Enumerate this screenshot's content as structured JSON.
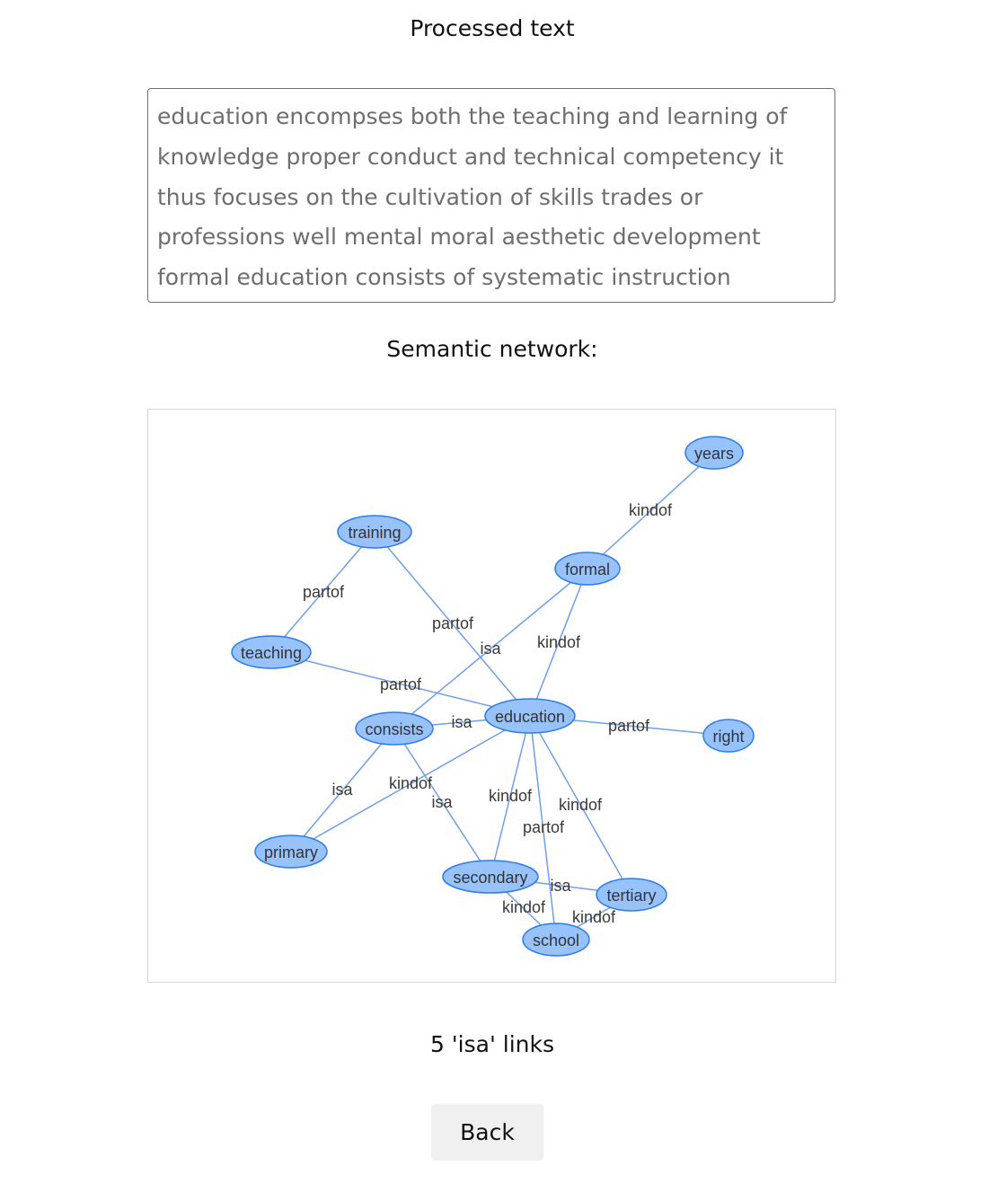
{
  "processed_heading": "Processed text",
  "processed_text": "education encompses both the teaching and learning of knowledge proper conduct and technical competency it thus focuses on the cultivation of skills trades or professions well mental moral aesthetic development formal education consists of systematic instruction teaching and training by",
  "network_heading": "Semantic network:",
  "isa_summary": "5 'isa' links",
  "back_label": "Back",
  "colors": {
    "node_fill": "#97c2fc",
    "node_border": "#2b7ce9",
    "edge": "#6f9fe6"
  },
  "network": {
    "nodes": [
      {
        "id": "years",
        "label": "years"
      },
      {
        "id": "training",
        "label": "training"
      },
      {
        "id": "formal",
        "label": "formal"
      },
      {
        "id": "teaching",
        "label": "teaching"
      },
      {
        "id": "education",
        "label": "education"
      },
      {
        "id": "consists",
        "label": "consists"
      },
      {
        "id": "right",
        "label": "right"
      },
      {
        "id": "primary",
        "label": "primary"
      },
      {
        "id": "secondary",
        "label": "secondary"
      },
      {
        "id": "tertiary",
        "label": "tertiary"
      },
      {
        "id": "school",
        "label": "school"
      }
    ],
    "edges": [
      {
        "from": "formal",
        "to": "years",
        "label": "kindof"
      },
      {
        "from": "teaching",
        "to": "training",
        "label": "partof"
      },
      {
        "from": "training",
        "to": "education",
        "label": "partof"
      },
      {
        "from": "formal",
        "to": "consists",
        "label": "isa"
      },
      {
        "from": "formal",
        "to": "education",
        "label": "kindof"
      },
      {
        "from": "teaching",
        "to": "education",
        "label": "partof"
      },
      {
        "from": "consists",
        "to": "education",
        "label": "isa"
      },
      {
        "from": "education",
        "to": "right",
        "label": "partof"
      },
      {
        "from": "consists",
        "to": "primary",
        "label": "isa"
      },
      {
        "from": "education",
        "to": "primary",
        "label": "kindof"
      },
      {
        "from": "consists",
        "to": "secondary",
        "label": "isa"
      },
      {
        "from": "education",
        "to": "secondary",
        "label": "kindof"
      },
      {
        "from": "education",
        "to": "tertiary",
        "label": "kindof"
      },
      {
        "from": "education",
        "to": "school",
        "label": "partof"
      },
      {
        "from": "secondary",
        "to": "tertiary",
        "label": "isa"
      },
      {
        "from": "secondary",
        "to": "school",
        "label": "kindof"
      },
      {
        "from": "tertiary",
        "to": "school",
        "label": "kindof"
      }
    ]
  }
}
